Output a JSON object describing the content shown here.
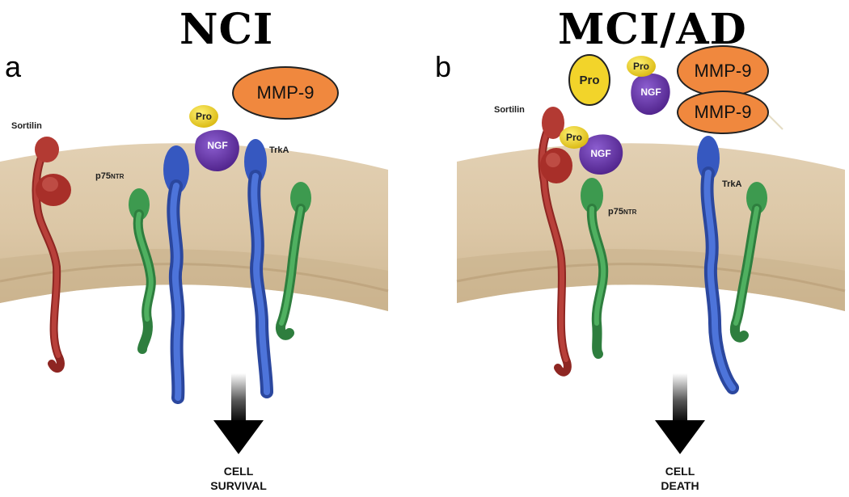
{
  "titles": {
    "left": "NCI",
    "right": "MCI/AD"
  },
  "panels": {
    "a": {
      "letter": "a",
      "sortilin": "Sortilin",
      "p75_main": "p75",
      "p75_sub": "NTR",
      "pro": "Pro",
      "ngf": "NGF",
      "trka": "TrkA",
      "mmp": [
        "MMP-9"
      ],
      "outcome": {
        "line1": "CELL",
        "line2": "SURVIVAL"
      }
    },
    "b": {
      "letter": "b",
      "sortilin": "Sortilin",
      "p75_main": "p75",
      "p75_sub": "NTR",
      "pro_free": "Pro",
      "pro_top": "Pro",
      "ngf_top": "NGF",
      "pro_bound": "Pro",
      "ngf_bound": "NGF",
      "trka": "TrkA",
      "mmp": [
        "MMP-9",
        "MMP-9"
      ],
      "outcome": {
        "line1": "CELL",
        "line2": "DEATH"
      }
    }
  },
  "colors": {
    "sortilin": "#a8302b",
    "p75": "#3f9a52",
    "trka": "#3a5fc4",
    "ngf": "#6a37a8",
    "pro": "#f2d42a",
    "mmp": "#f0883e",
    "membrane": "#d9c4a3"
  }
}
